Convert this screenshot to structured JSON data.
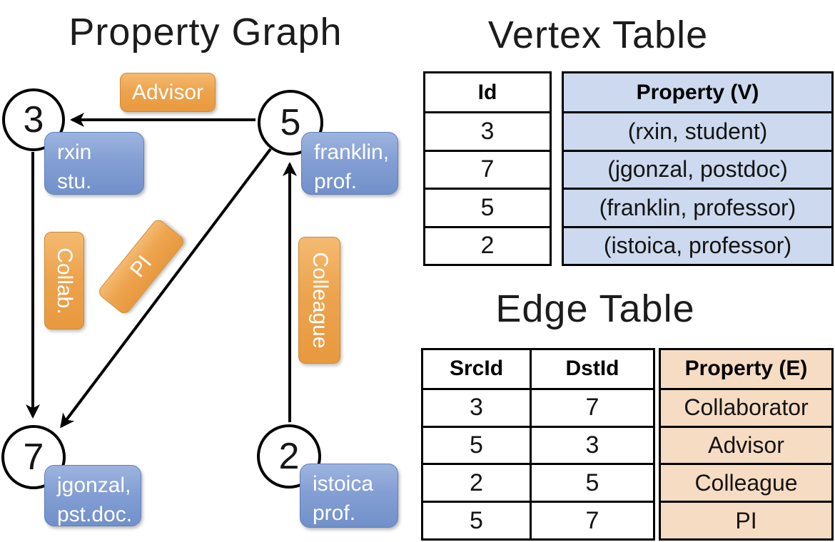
{
  "titles": {
    "graph_title": "Property Graph",
    "vertex_table_title": "Vertex Table",
    "edge_table_title": "Edge Table"
  },
  "graph": {
    "nodes": [
      {
        "id": "3"
      },
      {
        "id": "5"
      },
      {
        "id": "7"
      },
      {
        "id": "2"
      }
    ],
    "vertex_properties": [
      {
        "node": "3",
        "line1": "rxin",
        "line2": "stu."
      },
      {
        "node": "5",
        "line1": "franklin,",
        "line2": "prof."
      },
      {
        "node": "7",
        "line1": "jgonzal,",
        "line2": "pst.doc."
      },
      {
        "node": "2",
        "line1": "istoica",
        "line2": "prof."
      }
    ],
    "edge_labels": [
      {
        "text": "Advisor",
        "from": "5",
        "to": "3"
      },
      {
        "text": "Collab.",
        "from": "3",
        "to": "7"
      },
      {
        "text": "PI",
        "from": "5",
        "to": "7"
      },
      {
        "text": "Colleague",
        "from": "2",
        "to": "5"
      }
    ]
  },
  "vertex_table": {
    "headers": {
      "id": "Id",
      "property": "Property (V)"
    },
    "rows": [
      {
        "id": "3",
        "property": "(rxin, student)"
      },
      {
        "id": "7",
        "property": "(jgonzal, postdoc)"
      },
      {
        "id": "5",
        "property": "(franklin, professor)"
      },
      {
        "id": "2",
        "property": "(istoica, professor)"
      }
    ]
  },
  "edge_table": {
    "headers": {
      "src": "SrcId",
      "dst": "DstId",
      "property": "Property (E)"
    },
    "rows": [
      {
        "src": "3",
        "dst": "7",
        "property": "Collaborator"
      },
      {
        "src": "5",
        "dst": "3",
        "property": "Advisor"
      },
      {
        "src": "2",
        "dst": "5",
        "property": "Colleague"
      },
      {
        "src": "5",
        "dst": "7",
        "property": "PI"
      }
    ]
  },
  "colors": {
    "vertex_property_fill": "#ccd9ee",
    "edge_property_fill": "#f6dcc2",
    "edge_label_orange": "#eb9f44",
    "vertex_label_blue": "#849fd4",
    "line_color": "#000000"
  }
}
